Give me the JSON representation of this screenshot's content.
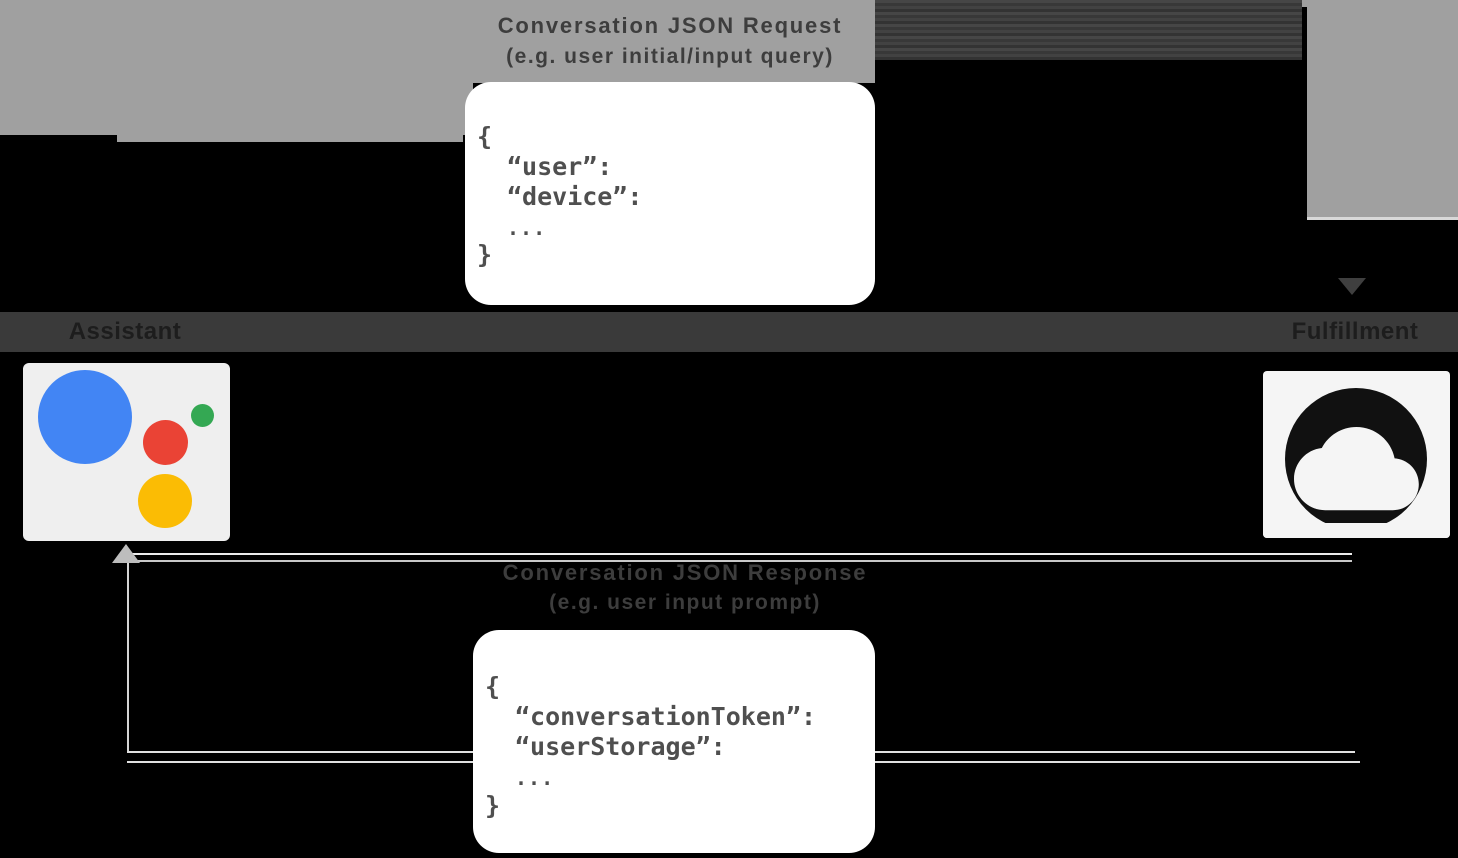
{
  "diagram": {
    "request": {
      "title": "Conversation JSON Request",
      "subtitle": "(e.g. user initial/input query)",
      "code": [
        "{",
        "“user”:",
        "“device”:",
        "...",
        "}"
      ]
    },
    "response": {
      "title": "Conversation JSON Response",
      "subtitle": "(e.g. user input prompt)",
      "code": [
        "{",
        "“conversationToken”:",
        "“userStorage”:",
        "...",
        "}"
      ]
    },
    "actors": {
      "left": {
        "label": "Assistant",
        "icon": "google-assistant-logo"
      },
      "right": {
        "label": "Fulfillment",
        "icon": "cloud-icon"
      }
    }
  },
  "colors": {
    "background": "#000000",
    "panel_gray": "#a0a0a0",
    "label_band": "#3a3a3a",
    "band_text": "#1d1d1d",
    "title_text": "#3d3d3d",
    "code_text": "#4f4f4f",
    "box_white": "#ffffff",
    "assistant_blue": "#4285f4",
    "assistant_red": "#ea4335",
    "assistant_green": "#34a853",
    "assistant_yellow": "#fbbc04",
    "cloud_glyph": "#111111"
  }
}
